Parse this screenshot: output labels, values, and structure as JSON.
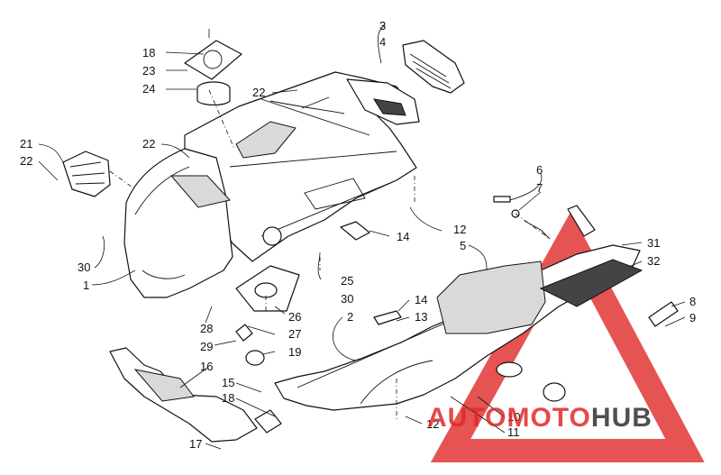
{
  "diagram": {
    "callouts": [
      {
        "id": "c18a",
        "text": "18"
      },
      {
        "id": "c23",
        "text": "23"
      },
      {
        "id": "c24",
        "text": "24"
      },
      {
        "id": "c22a",
        "text": "22"
      },
      {
        "id": "c3",
        "text": "3"
      },
      {
        "id": "c4",
        "text": "4"
      },
      {
        "id": "c21",
        "text": "21"
      },
      {
        "id": "c22b",
        "text": "22"
      },
      {
        "id": "c22c",
        "text": "22"
      },
      {
        "id": "c6",
        "text": "6"
      },
      {
        "id": "c7",
        "text": "7"
      },
      {
        "id": "c12a",
        "text": "12"
      },
      {
        "id": "c5",
        "text": "5"
      },
      {
        "id": "c14a",
        "text": "14"
      },
      {
        "id": "c31",
        "text": "31"
      },
      {
        "id": "c32",
        "text": "32"
      },
      {
        "id": "c30a",
        "text": "30"
      },
      {
        "id": "c1",
        "text": "1"
      },
      {
        "id": "c25",
        "text": "25"
      },
      {
        "id": "c30b",
        "text": "30"
      },
      {
        "id": "c14b",
        "text": "14"
      },
      {
        "id": "c13",
        "text": "13"
      },
      {
        "id": "c8",
        "text": "8"
      },
      {
        "id": "c9",
        "text": "9"
      },
      {
        "id": "c26",
        "text": "26"
      },
      {
        "id": "c2",
        "text": "2"
      },
      {
        "id": "c28",
        "text": "28"
      },
      {
        "id": "c27",
        "text": "27"
      },
      {
        "id": "c29",
        "text": "29"
      },
      {
        "id": "c19",
        "text": "19"
      },
      {
        "id": "c16",
        "text": "16"
      },
      {
        "id": "c15",
        "text": "15"
      },
      {
        "id": "c18b",
        "text": "18"
      },
      {
        "id": "c10",
        "text": "10"
      },
      {
        "id": "c11",
        "text": "11"
      },
      {
        "id": "c12b",
        "text": "12"
      },
      {
        "id": "c17",
        "text": "17"
      }
    ]
  },
  "watermark": {
    "part1": "AUTOMOTO",
    "part2": "HUB",
    "colors": {
      "red": "#e02828",
      "grey": "#3c3c3c"
    }
  }
}
